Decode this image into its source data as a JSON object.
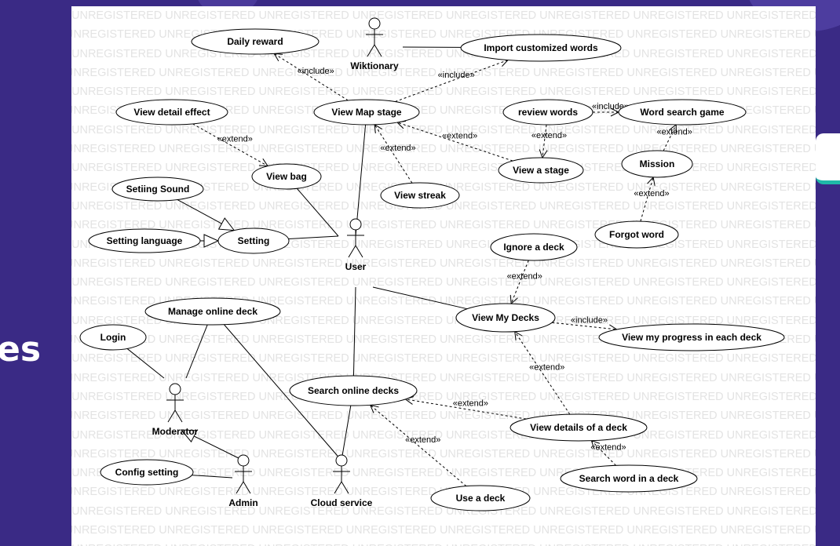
{
  "slide": {
    "side_text": "es",
    "background": "#3a2a85",
    "accent": "#1fb8a8"
  },
  "diagram": {
    "watermark_word": "UNREGISTERED",
    "actors": [
      {
        "id": "wiktionary",
        "label": "Wiktionary"
      },
      {
        "id": "user",
        "label": "User"
      },
      {
        "id": "moderator",
        "label": "Moderator"
      },
      {
        "id": "admin",
        "label": "Admin"
      },
      {
        "id": "cloud",
        "label": "Cloud service"
      }
    ],
    "use_cases": [
      {
        "id": "daily_reward",
        "label": "Daily reward"
      },
      {
        "id": "import_words",
        "label": "Import customized words"
      },
      {
        "id": "view_detail_effect",
        "label": "View detail effect"
      },
      {
        "id": "view_map_stage",
        "label": "View Map stage"
      },
      {
        "id": "review_words",
        "label": "review words"
      },
      {
        "id": "word_search_game",
        "label": "Word search game"
      },
      {
        "id": "view_bag",
        "label": "View bag"
      },
      {
        "id": "view_a_stage",
        "label": "View a stage"
      },
      {
        "id": "mission",
        "label": "Mission"
      },
      {
        "id": "setting_sound",
        "label": "Setiing Sound"
      },
      {
        "id": "view_streak",
        "label": "View streak"
      },
      {
        "id": "setting_language",
        "label": "Setting language"
      },
      {
        "id": "setting",
        "label": "Setting"
      },
      {
        "id": "forgot_word",
        "label": "Forgot word"
      },
      {
        "id": "ignore_deck",
        "label": "Ignore a deck"
      },
      {
        "id": "manage_online_deck",
        "label": "Manage online deck"
      },
      {
        "id": "view_my_decks",
        "label": "View My Decks"
      },
      {
        "id": "login",
        "label": "Login"
      },
      {
        "id": "view_progress",
        "label": "View my progress in each deck"
      },
      {
        "id": "search_online_decks",
        "label": "Search online decks"
      },
      {
        "id": "view_deck_details",
        "label": "View details of a deck"
      },
      {
        "id": "config_setting",
        "label": "Config setting"
      },
      {
        "id": "search_word_deck",
        "label": "Search word in a deck"
      },
      {
        "id": "use_deck",
        "label": "Use a deck"
      }
    ],
    "relations": [
      {
        "from": "wiktionary",
        "to": "import_words",
        "kind": "association"
      },
      {
        "from": "user",
        "to": "view_map_stage",
        "kind": "association"
      },
      {
        "from": "user",
        "to": "view_bag",
        "kind": "association"
      },
      {
        "from": "user",
        "to": "setting",
        "kind": "association"
      },
      {
        "from": "user",
        "to": "view_my_decks",
        "kind": "association"
      },
      {
        "from": "user",
        "to": "search_online_decks",
        "kind": "association"
      },
      {
        "from": "moderator",
        "to": "login",
        "kind": "association"
      },
      {
        "from": "moderator",
        "to": "manage_online_deck",
        "kind": "association"
      },
      {
        "from": "admin",
        "to": "config_setting",
        "kind": "association"
      },
      {
        "from": "cloud",
        "to": "manage_online_deck",
        "kind": "association"
      },
      {
        "from": "cloud",
        "to": "search_online_decks",
        "kind": "association"
      },
      {
        "from": "admin",
        "to": "moderator",
        "kind": "generalization"
      },
      {
        "from": "setting_sound",
        "to": "setting",
        "kind": "generalization"
      },
      {
        "from": "setting_language",
        "to": "setting",
        "kind": "generalization"
      },
      {
        "from": "view_map_stage",
        "to": "daily_reward",
        "kind": "include",
        "label": "«include»"
      },
      {
        "from": "view_map_stage",
        "to": "import_words",
        "kind": "include",
        "label": "«include»"
      },
      {
        "from": "review_words",
        "to": "word_search_game",
        "kind": "include",
        "label": "«include»"
      },
      {
        "from": "view_my_decks",
        "to": "view_progress",
        "kind": "include",
        "label": "«include»"
      },
      {
        "from": "view_detail_effect",
        "to": "view_bag",
        "kind": "extend",
        "label": "«extend»"
      },
      {
        "from": "view_streak",
        "to": "view_map_stage",
        "kind": "extend",
        "label": "«extend»"
      },
      {
        "from": "view_a_stage",
        "to": "view_map_stage",
        "kind": "extend",
        "label": "«extend»"
      },
      {
        "from": "review_words",
        "to": "view_a_stage",
        "kind": "extend",
        "label": "«extend»"
      },
      {
        "from": "mission",
        "to": "word_search_game",
        "kind": "extend",
        "label": "«extend»"
      },
      {
        "from": "forgot_word",
        "to": "mission",
        "kind": "extend",
        "label": "«extend»"
      },
      {
        "from": "ignore_deck",
        "to": "view_my_decks",
        "kind": "extend",
        "label": "«extend»"
      },
      {
        "from": "view_deck_details",
        "to": "view_my_decks",
        "kind": "extend",
        "label": "«extend»"
      },
      {
        "from": "view_deck_details",
        "to": "search_online_decks",
        "kind": "extend",
        "label": "«extend»"
      },
      {
        "from": "use_deck",
        "to": "search_online_decks",
        "kind": "extend",
        "label": "«extend»"
      },
      {
        "from": "search_word_deck",
        "to": "view_deck_details",
        "kind": "extend",
        "label": "«extend»"
      }
    ]
  }
}
